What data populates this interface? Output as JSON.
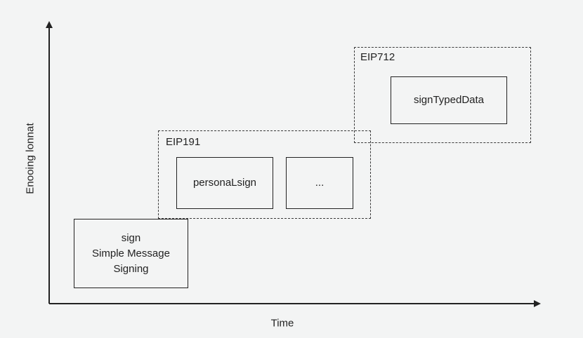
{
  "axes": {
    "y_label": "Enooing lonnat",
    "x_label": "Time"
  },
  "groups": {
    "eip191": {
      "title": "EIP191",
      "items": [
        "personaLsign",
        "..."
      ]
    },
    "eip712": {
      "title": "EIP712",
      "items": [
        "signTypedData"
      ]
    }
  },
  "base_box": {
    "lines": [
      "sign",
      "Simple Message",
      "Signing"
    ]
  }
}
